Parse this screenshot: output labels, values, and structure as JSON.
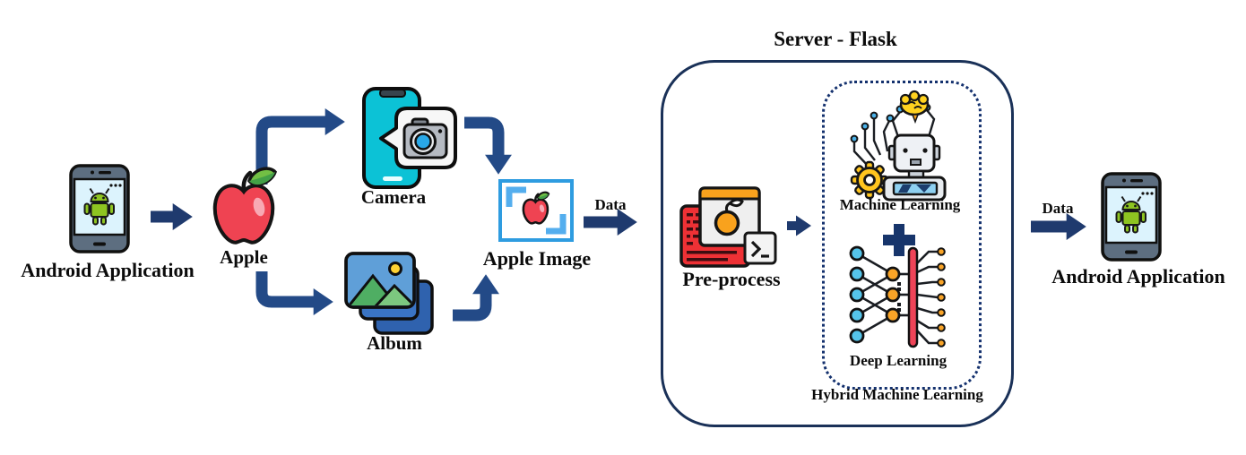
{
  "diagram": {
    "server_title": "Server - Flask",
    "nodes": {
      "android_app_left": {
        "label": "Android Application",
        "icon": "android-phone-icon"
      },
      "apple": {
        "label": "Apple",
        "icon": "apple-icon"
      },
      "camera": {
        "label": "Camera",
        "icon": "camera-phone-icon"
      },
      "album": {
        "label": "Album",
        "icon": "photo-album-icon"
      },
      "apple_image": {
        "label": "Apple Image",
        "icon": "framed-apple-icon"
      },
      "preprocess": {
        "label": "Pre-process",
        "icon": "code-window-icon"
      },
      "machine_learning": {
        "label": "Machine Learning",
        "icon": "robot-ai-icon"
      },
      "deep_learning": {
        "label": "Deep Learning",
        "icon": "neural-network-icon"
      },
      "hybrid_group": {
        "label": "Hybrid Machine Learning"
      },
      "android_app_right": {
        "label": "Android Application",
        "icon": "android-phone-icon"
      }
    },
    "edge_labels": {
      "data_in": "Data",
      "data_out": "Data"
    },
    "operators": {
      "combine": "plus-icon"
    },
    "colors": {
      "arrow_navy": "#1f3a6e",
      "elbow_navy": "#234a87",
      "container_border": "#1a3158",
      "dotted_border": "#14316e",
      "image_frame_blue": "#2e9ce0",
      "camera_teal": "#0cc2d6",
      "apple_red": "#ef4352",
      "android_green": "#8ec421",
      "preprocess_red": "#ee3135",
      "accent_orange": "#f9a21d",
      "node_blue": "#55c4ea",
      "gear_yellow": "#ffc51e",
      "plus_navy": "#17356b"
    }
  }
}
